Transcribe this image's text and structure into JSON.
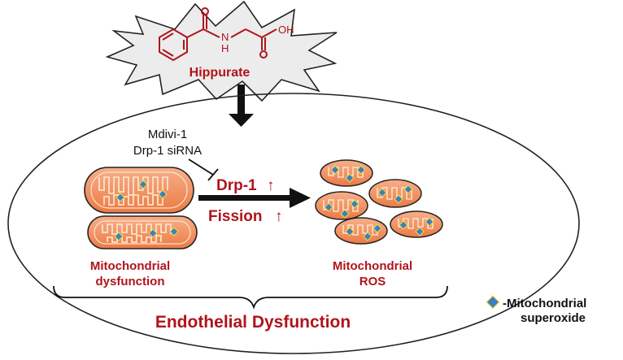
{
  "compound": {
    "name": "Hippurate",
    "oh_label": "OH",
    "nh_n": "N",
    "nh_h": "H"
  },
  "inhibitors": {
    "line1": "Mdivi-1",
    "line2": "Drp-1 siRNA"
  },
  "process": {
    "drp1": "Drp-1",
    "fission": "Fission",
    "up_arrow": "↑"
  },
  "left_label": {
    "line1": "Mitochondrial",
    "line2": "dysfunction"
  },
  "right_label": {
    "line1": "Mitochondrial",
    "line2": "ROS"
  },
  "outcome": "Endothelial Dysfunction",
  "legend": {
    "line1": "-Mitochondrial",
    "line2": "superoxide"
  },
  "colors": {
    "accent_red": "#b0141c",
    "mito_fill": "#f0956a",
    "mito_outline": "#222222",
    "superoxide": "#3d7fc4",
    "burst_fill": "#ececec"
  }
}
